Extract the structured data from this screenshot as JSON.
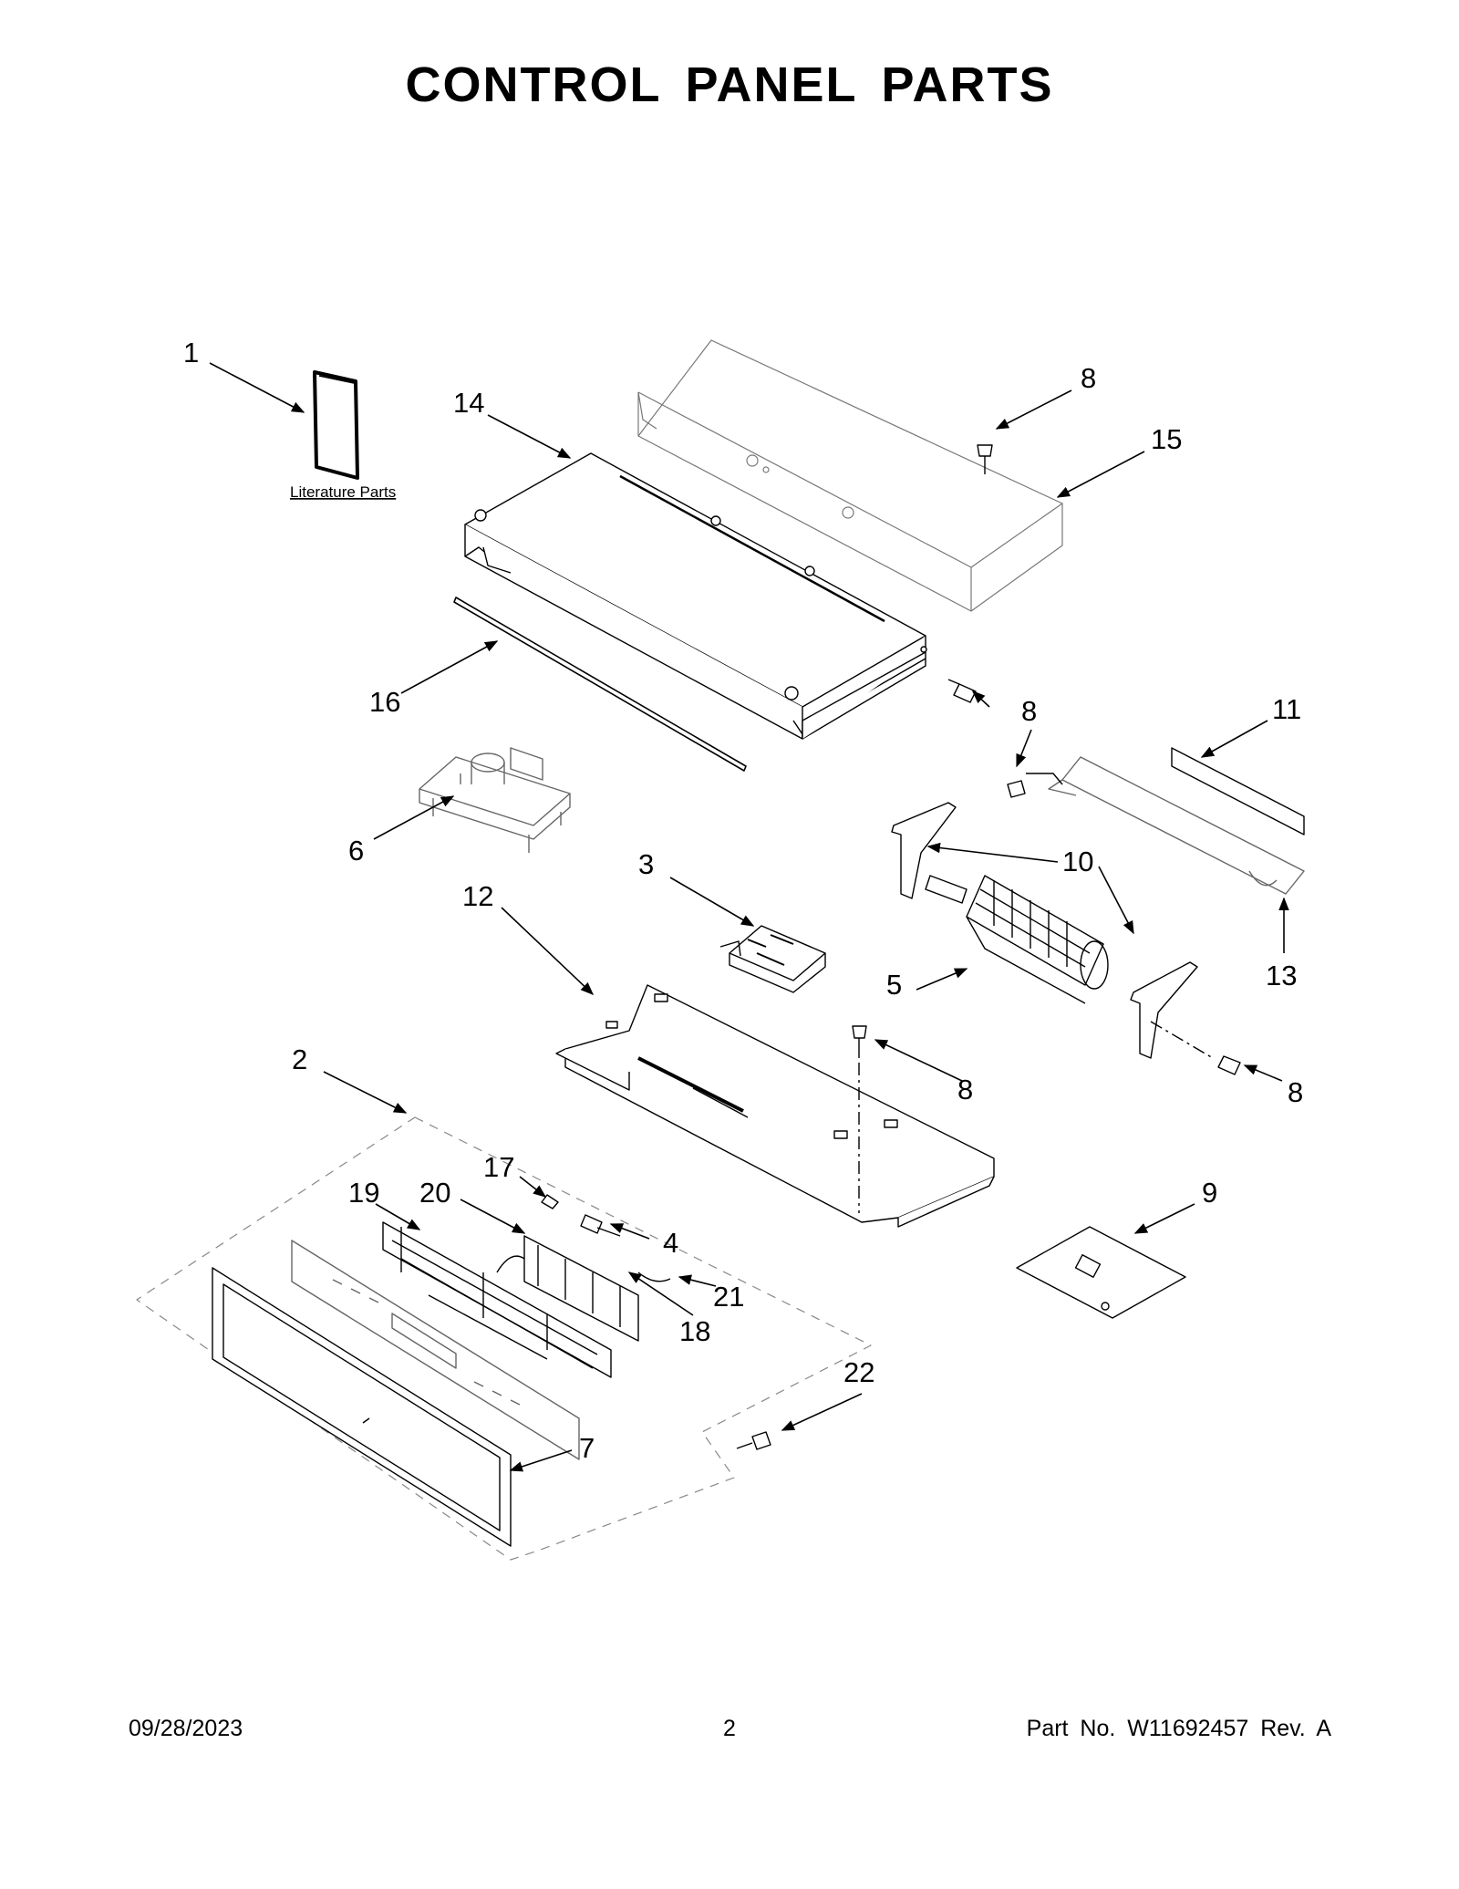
{
  "title": "CONTROL PANEL PARTS",
  "literature_label": "Literature Parts",
  "callouts": [
    {
      "id": "c1",
      "text": "1"
    },
    {
      "id": "c14",
      "text": "14"
    },
    {
      "id": "c8a",
      "text": "8"
    },
    {
      "id": "c15",
      "text": "15"
    },
    {
      "id": "c16",
      "text": "16"
    },
    {
      "id": "c8b",
      "text": "8"
    },
    {
      "id": "c11",
      "text": "11"
    },
    {
      "id": "c6",
      "text": "6"
    },
    {
      "id": "c3",
      "text": "3"
    },
    {
      "id": "c10",
      "text": "10"
    },
    {
      "id": "c12",
      "text": "12"
    },
    {
      "id": "c5",
      "text": "5"
    },
    {
      "id": "c13",
      "text": "13"
    },
    {
      "id": "c2",
      "text": "2"
    },
    {
      "id": "c8c",
      "text": "8"
    },
    {
      "id": "c8d",
      "text": "8"
    },
    {
      "id": "c17",
      "text": "17"
    },
    {
      "id": "c19",
      "text": "19"
    },
    {
      "id": "c20",
      "text": "20"
    },
    {
      "id": "c9",
      "text": "9"
    },
    {
      "id": "c4",
      "text": "4"
    },
    {
      "id": "c21",
      "text": "21"
    },
    {
      "id": "c18",
      "text": "18"
    },
    {
      "id": "c22",
      "text": "22"
    },
    {
      "id": "c7",
      "text": "7"
    }
  ],
  "footer": {
    "date": "09/28/2023",
    "page": "2",
    "part_no": "Part No.  W11692457  Rev.  A"
  }
}
